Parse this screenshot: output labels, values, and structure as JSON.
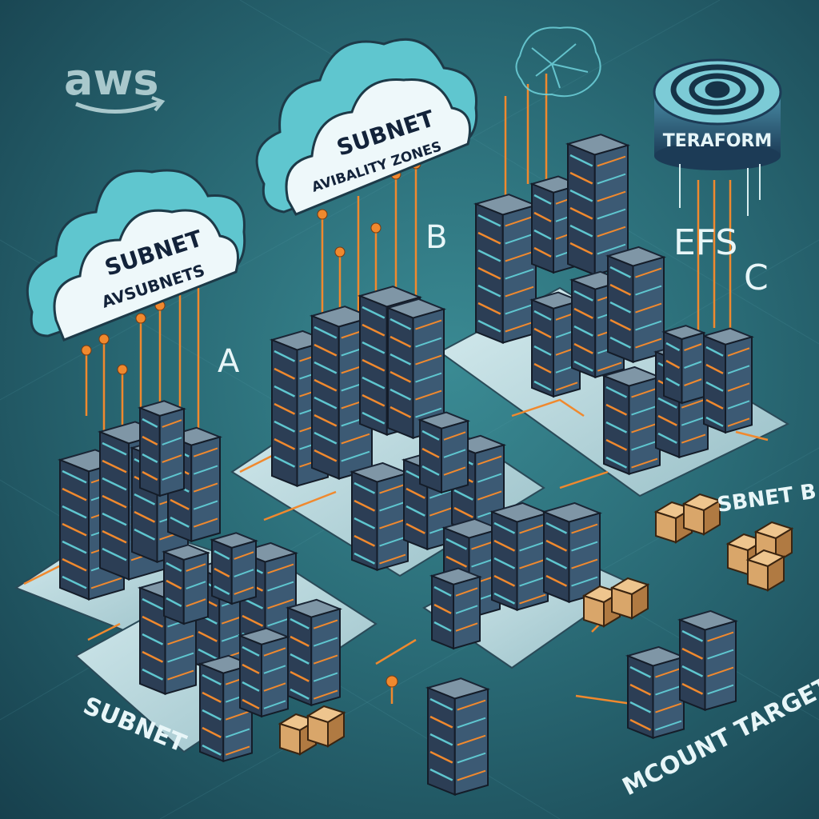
{
  "logo": {
    "text": "aws"
  },
  "clouds": [
    {
      "title": "SUBNET",
      "subtitle": "AVSUBNETS"
    },
    {
      "title": "SUBNET",
      "subtitle": "AVIBALITY ZONES"
    }
  ],
  "terraform": {
    "label": "TERAFORM"
  },
  "labels": {
    "zone_a": "A",
    "zone_b": "B",
    "zone_c": "C",
    "efs": "EFS",
    "subnet_b": "SBNET B",
    "subnet_bottom": "SUBNET",
    "mount_target": "MCOUNT TARGET"
  },
  "colors": {
    "accent_orange": "#f0892e",
    "cloud_teal": "#5fc6cf",
    "platform": "#b9d6dc",
    "server_dark": "#2c3e55",
    "crate": "#d9a66a"
  }
}
